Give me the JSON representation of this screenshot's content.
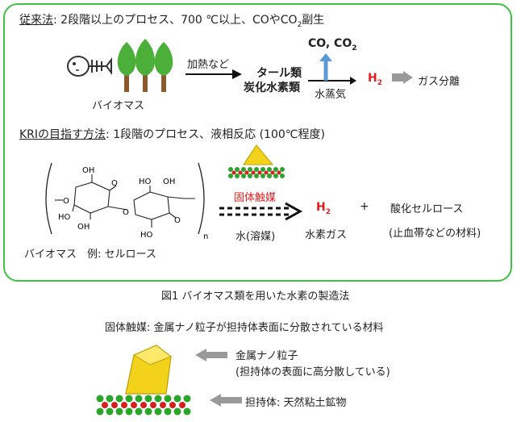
{
  "conventional": {
    "label": "従来法",
    "desc": ": 2段階以上のプロセス、700 ℃以上、COやCO",
    "desc_sub": "2",
    "desc_tail": "副生",
    "biomass_label": "バイオマス",
    "heating_label": "加熱など",
    "intermediate_line1": "タール類",
    "intermediate_line2": "炭化水素類",
    "byproduct": "CO, CO",
    "byproduct_sub": "2",
    "steam_label": "水蒸気",
    "h2_label": "H",
    "h2_sub": "2",
    "separation_label": "ガス分離"
  },
  "kri": {
    "label": "KRIの目指す方法",
    "desc": ": 1段階のプロセス、液相反応 (100℃程度)",
    "cellulose_labels": {
      "oh": "OH",
      "ho": "HO",
      "o": "O",
      "n": "n"
    },
    "catalyst_label": "固体触媒",
    "solvent_label": "水(溶媒)",
    "h2_label": "H",
    "h2_sub": "2",
    "h2_gas_label": "水素ガス",
    "plus": "+",
    "product_line1": "酸化セルロース",
    "product_line2": "(止血帯などの材料)",
    "example_label": "バイオマス　例: セルロース"
  },
  "figure": {
    "caption": "図1 バイオマス類を用いた水素の製造法"
  },
  "solid_catalyst": {
    "desc": "固体触媒: 金属ナノ粒子が担持体表面に分散されている材料",
    "nano_line1": "金属ナノ粒子",
    "nano_line2": "(担持体の表面に高分散している)",
    "support_label": "担持体: 天然粘土鉱物"
  },
  "colors": {
    "frame": "#3fc23f",
    "tree": "#4caf3a",
    "trunk": "#8b5a2b",
    "h2": "#e11d1d",
    "up_arrow": "#5b9bd5",
    "gray_arrow": "#9a9a9a",
    "gold": "#f2d21b",
    "support_green": "#2aa52a",
    "support_red": "#d62020",
    "catalyst_label": "#e11d1d"
  }
}
